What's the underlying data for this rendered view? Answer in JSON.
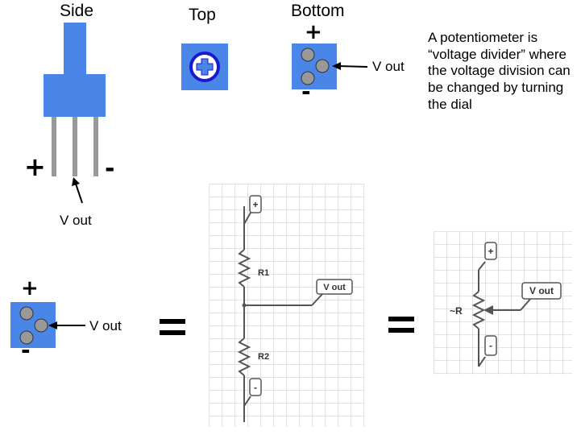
{
  "views": {
    "side": "Side",
    "top": "Top",
    "bottom": "Bottom"
  },
  "signs": {
    "plus": "+",
    "minus": "-",
    "equals": "="
  },
  "labels": {
    "vout": "V out"
  },
  "description": "A potentiometer is “voltage divider” where the voltage division can be changed by turning the dial",
  "circuit": {
    "plus": "+",
    "minus": "-",
    "vout": "V out",
    "r1": "R1",
    "r2": "R2",
    "pot": "~R"
  },
  "colors": {
    "body": "#4a86e8",
    "pin": "#999999",
    "dial": "#1a1acc",
    "wire": "#555555"
  }
}
